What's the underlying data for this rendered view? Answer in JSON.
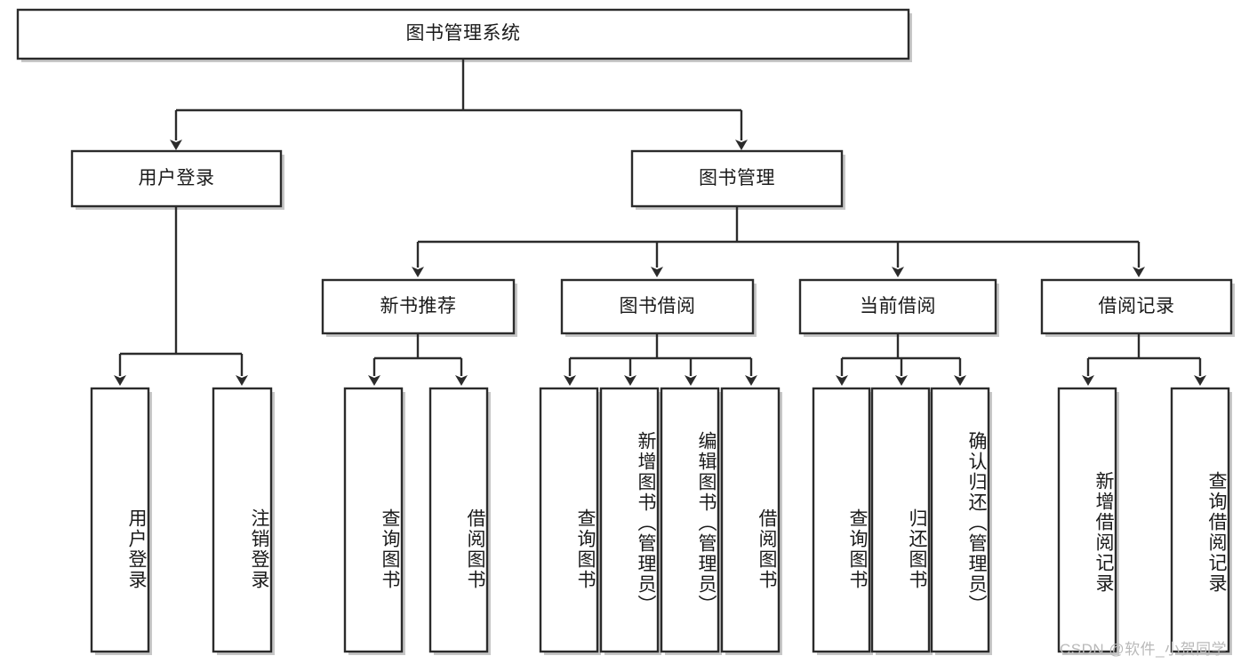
{
  "diagram": {
    "type": "tree-hierarchy",
    "title": "图书管理系统",
    "root": {
      "id": "root",
      "label": "图书管理系统",
      "orientation": "horizontal"
    },
    "level2": [
      {
        "id": "user-login",
        "label": "用户登录",
        "orientation": "horizontal"
      },
      {
        "id": "book-manage",
        "label": "图书管理",
        "orientation": "horizontal"
      }
    ],
    "level3": [
      {
        "id": "new-book-recommend",
        "label": "新书推荐",
        "orientation": "horizontal",
        "parent": "book-manage"
      },
      {
        "id": "book-borrow",
        "label": "图书借阅",
        "orientation": "horizontal",
        "parent": "book-manage"
      },
      {
        "id": "current-borrow",
        "label": "当前借阅",
        "orientation": "horizontal",
        "parent": "book-manage"
      },
      {
        "id": "borrow-record",
        "label": "借阅记录",
        "orientation": "horizontal",
        "parent": "book-manage"
      }
    ],
    "leaves": [
      {
        "id": "leaf-user-login",
        "label": "用户登录",
        "orientation": "vertical",
        "parent": "user-login"
      },
      {
        "id": "leaf-user-logout",
        "label": "注销登录",
        "orientation": "vertical",
        "parent": "user-login"
      },
      {
        "id": "leaf-query-book-1",
        "label": "查询图书",
        "orientation": "vertical",
        "parent": "new-book-recommend"
      },
      {
        "id": "leaf-borrow-book-1",
        "label": "借阅图书",
        "orientation": "vertical",
        "parent": "new-book-recommend"
      },
      {
        "id": "leaf-query-book-2",
        "label": "查询图书",
        "orientation": "vertical",
        "parent": "book-borrow"
      },
      {
        "id": "leaf-add-book",
        "label": "新增图书（管理员）",
        "orientation": "vertical",
        "parent": "book-borrow"
      },
      {
        "id": "leaf-edit-book",
        "label": "编辑图书（管理员）",
        "orientation": "vertical",
        "parent": "book-borrow"
      },
      {
        "id": "leaf-borrow-book-2",
        "label": "借阅图书",
        "orientation": "vertical",
        "parent": "book-borrow"
      },
      {
        "id": "leaf-query-book-3",
        "label": "查询图书",
        "orientation": "vertical",
        "parent": "current-borrow"
      },
      {
        "id": "leaf-return-book",
        "label": "归还图书",
        "orientation": "vertical",
        "parent": "current-borrow"
      },
      {
        "id": "leaf-confirm-return",
        "label": "确认归还（管理员）",
        "orientation": "vertical",
        "parent": "current-borrow"
      },
      {
        "id": "leaf-add-record",
        "label": "新增借阅记录",
        "orientation": "vertical",
        "parent": "borrow-record"
      },
      {
        "id": "leaf-query-record",
        "label": "查询借阅记录",
        "orientation": "vertical",
        "parent": "borrow-record"
      }
    ],
    "colors": {
      "stroke": "#2b2b2b",
      "fill": "#ffffff",
      "text": "#1a1a1a",
      "shadow": "#bdbdbd",
      "watermark": "#b9b9b9"
    }
  },
  "watermark": {
    "text": "CSDN @软件_小贺同学"
  }
}
